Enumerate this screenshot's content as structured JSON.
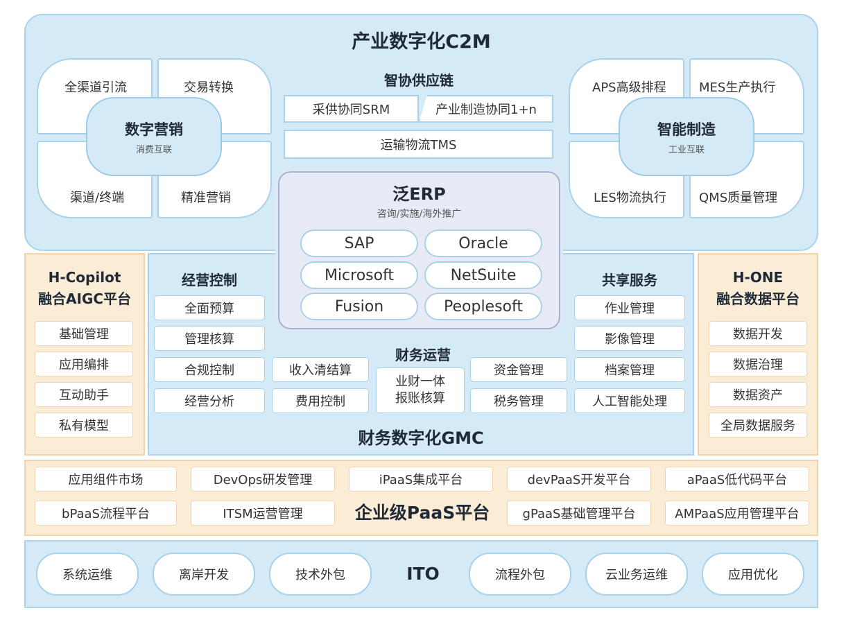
{
  "c2m": {
    "title": "产业数字化C2M",
    "marketing": {
      "title": "数字营销",
      "subtitle": "消费互联",
      "items": [
        "全渠道引流",
        "交易转换",
        "渠道/终端",
        "精准营销"
      ]
    },
    "supply": {
      "title": "智协供应链",
      "items": [
        "采供协同SRM",
        "产业制造协同1+n",
        "运输物流TMS"
      ]
    },
    "manufacturing": {
      "title": "智能制造",
      "subtitle": "工业互联",
      "items": [
        "APS高级排程",
        "MES生产执行",
        "LES物流执行",
        "QMS质量管理"
      ]
    }
  },
  "erp": {
    "title": "泛ERP",
    "subtitle": "咨询/实施/海外推广",
    "items": [
      "SAP",
      "Oracle",
      "Microsoft",
      "NetSuite",
      "Fusion",
      "Peoplesoft"
    ]
  },
  "copilot": {
    "title1": "H-Copilot",
    "title2": "融合AIGC平台",
    "items": [
      "基础管理",
      "应用编排",
      "互动助手",
      "私有模型"
    ]
  },
  "hone": {
    "title1": "H-ONE",
    "title2": "融合数据平台",
    "items": [
      "数据开发",
      "数据治理",
      "数据资产",
      "全局数据服务"
    ]
  },
  "gmc": {
    "title": "财务数字化GMC",
    "control": {
      "title": "经营控制",
      "items": [
        "全面预算",
        "管理核算",
        "合规控制",
        "经营分析"
      ]
    },
    "shared": {
      "title": "共享服务",
      "items": [
        "作业管理",
        "影像管理",
        "档案管理",
        "人工智能处理"
      ]
    },
    "ops": {
      "title": "财务运营",
      "items": [
        "收入清结算",
        "费用控制",
        "业财一体 报账核算",
        "资金管理",
        "税务管理"
      ],
      "center_line1": "业财一体",
      "center_line2": "报账核算"
    }
  },
  "paas": {
    "title": "企业级PaaS平台",
    "row1": [
      "应用组件市场",
      "DevOps研发管理",
      "iPaaS集成平台",
      "devPaaS开发平台",
      "aPaaS低代码平台"
    ],
    "row2": [
      "bPaaS流程平台",
      "ITSM运营管理",
      "gPaaS基础管理平台",
      "AMPaaS应用管理平台"
    ]
  },
  "ito": {
    "title": "ITO",
    "items": [
      "系统运维",
      "离岸开发",
      "技术外包",
      "流程外包",
      "云业务运维",
      "应用优化"
    ]
  },
  "colors": {
    "blue_bg": "#d4eaf6",
    "blue_border": "#a8d2ea",
    "orange_bg": "#fbecd6",
    "orange_border": "#f0d3a7",
    "erp_bg": "#e8eaf6"
  }
}
